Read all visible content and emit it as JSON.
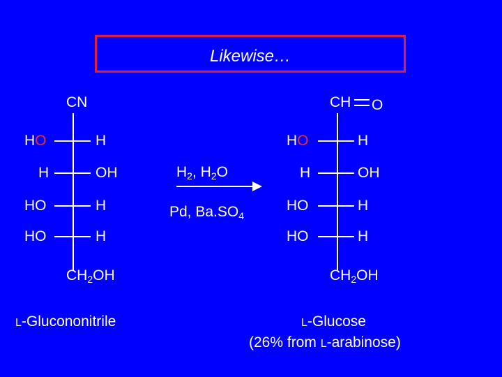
{
  "title": "Likewise…",
  "left": {
    "top_group": "CN",
    "rows": [
      {
        "left": "H",
        "left_red": "O",
        "right": "H"
      },
      {
        "left": "H",
        "right": "OH"
      },
      {
        "left": "HO",
        "right": "H"
      },
      {
        "left": "HO",
        "right": "H"
      }
    ],
    "bottom_group": {
      "main": "CH",
      "sub": "2",
      "tail": "OH"
    },
    "caption_prefix": "L",
    "caption": "-Glucononitrile"
  },
  "right": {
    "top_group": "CH",
    "top_o": "O",
    "rows": [
      {
        "left": "H",
        "left_red": "O",
        "right": "H"
      },
      {
        "left": "H",
        "right": "OH"
      },
      {
        "left": "HO",
        "right": "H"
      },
      {
        "left": "HO",
        "right": "H"
      }
    ],
    "bottom_group": {
      "main": "CH",
      "sub": "2",
      "tail": "OH"
    },
    "caption_prefix": "L",
    "caption": "-Glucose",
    "caption2_pre": "(26% from ",
    "caption2_prefix": "L",
    "caption2_post": "-arabinose)"
  },
  "reagents": {
    "line1": {
      "a": "H",
      "a_sub": "2",
      "b": ", H",
      "b_sub": "2",
      "c": "O"
    },
    "line2": {
      "a": "Pd, Ba.SO",
      "a_sub": "4"
    }
  },
  "colors": {
    "background": "#0000ff",
    "accent_red": "#e02040"
  }
}
